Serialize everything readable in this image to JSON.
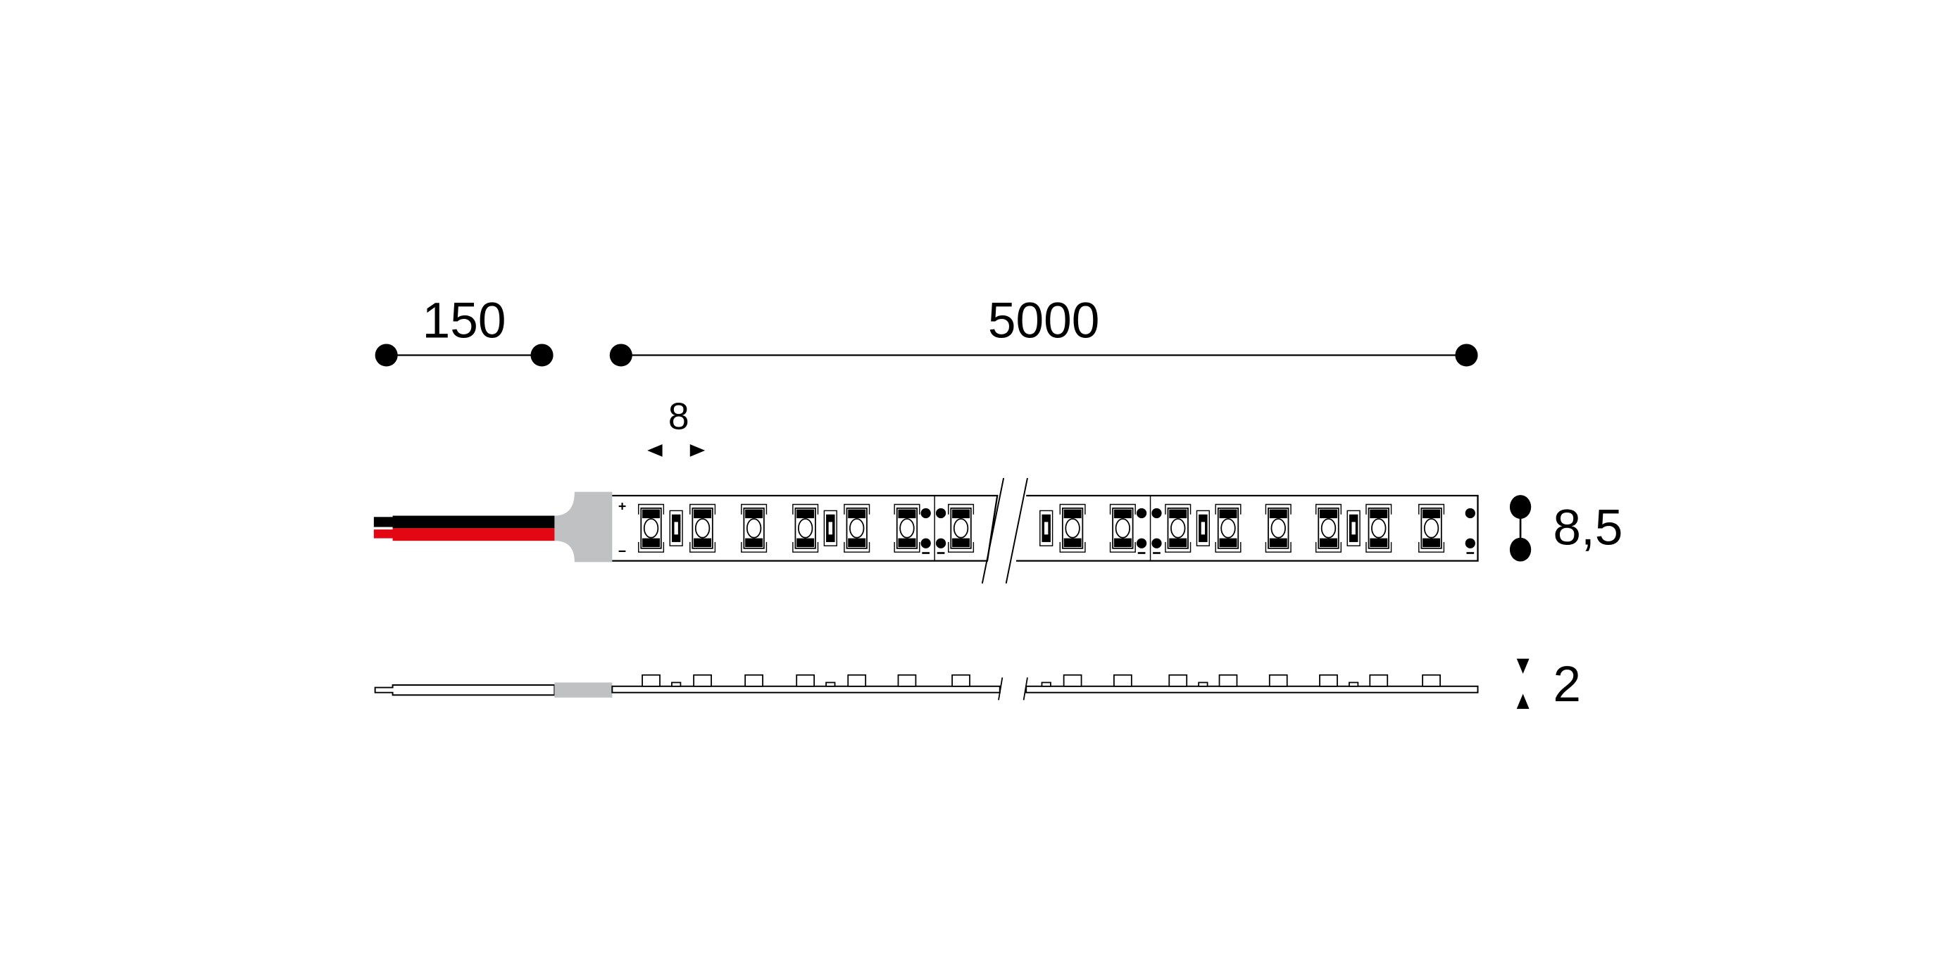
{
  "dimensions": {
    "cable_length": "150",
    "strip_length": "5000",
    "led_pitch": "8",
    "strip_width": "8,5",
    "strip_height": "2"
  },
  "polarity": {
    "plus": "+",
    "minus": "−"
  },
  "colors": {
    "line": "#000000",
    "connector": "#bfc1c3",
    "wire_positive": "#e30613",
    "wire_negative": "#000000"
  }
}
